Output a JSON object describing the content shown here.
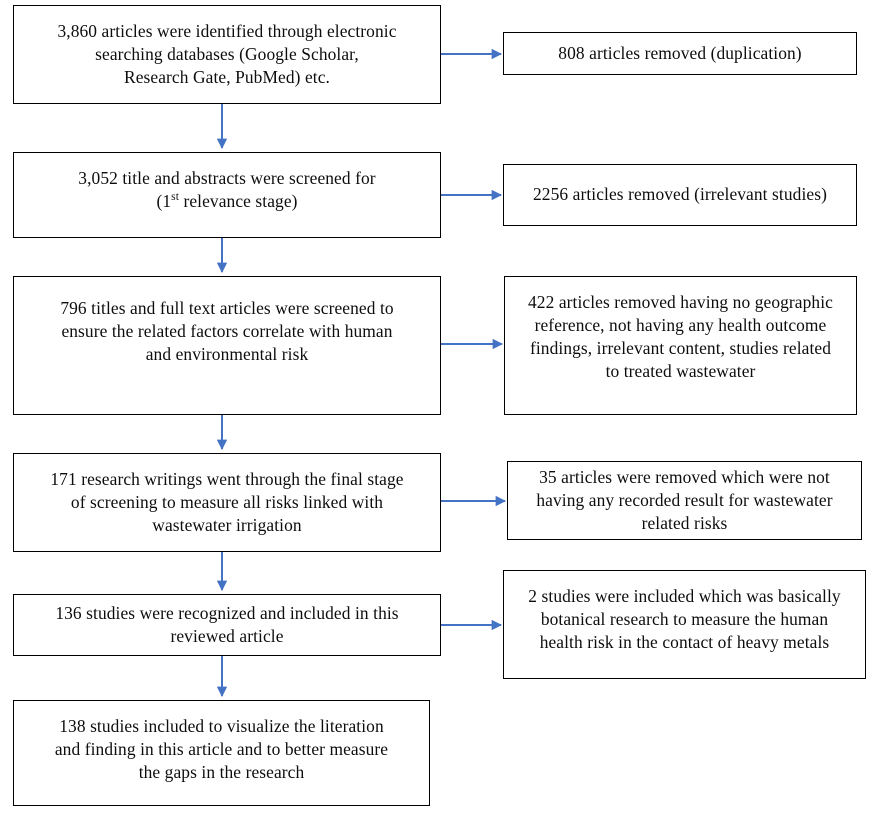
{
  "diagram": {
    "type": "prisma-flow-diagram",
    "title": "Article screening and selection flow",
    "arrow_color": "#4472C4",
    "box_border_color": "#000000",
    "text_color": "#0D0D0D",
    "background_color": "#FFFFFF"
  },
  "left_column": [
    {
      "id": "identified",
      "count": "3,860",
      "text": "3,860 articles were identified through electronic\nsearching databases (Google Scholar,\nResearch Gate, PubMed) etc."
    },
    {
      "id": "screened-titles-abstracts",
      "count": "3,052",
      "text_before": "3,052 title and abstracts were screened for\n(1",
      "superscript": "st",
      "text_after": " relevance stage)"
    },
    {
      "id": "full-text-screened",
      "count": "796",
      "text": "796 titles and full text articles were screened to\nensure the related factors correlate with human\nand environmental risk"
    },
    {
      "id": "final-stage-screening",
      "count": "171",
      "text": "171 research writings went through the final stage\nof screening to measure all risks linked with\nwastewater irrigation"
    },
    {
      "id": "studies-recognized",
      "count": "136",
      "text": "136 studies were recognized and included in this\nreviewed article"
    },
    {
      "id": "studies-included-final",
      "count": "138",
      "text": "138 studies included to visualize the literation\nand finding in this article and to better measure\nthe gaps in the research"
    }
  ],
  "right_column": [
    {
      "id": "removed-duplication",
      "count": "808",
      "text": "808 articles removed (duplication)"
    },
    {
      "id": "removed-irrelevant",
      "count": "2256",
      "text": "2256 articles removed (irrelevant studies)"
    },
    {
      "id": "removed-no-geographic-reference",
      "count": "422",
      "text": "422 articles removed having no geographic\nreference, not having any health outcome\nfindings, irrelevant content, studies related\nto treated wastewater"
    },
    {
      "id": "removed-no-recorded-result",
      "count": "35",
      "text": "35 articles were removed which were not\nhaving any recorded result for wastewater\nrelated risks"
    },
    {
      "id": "included-botanical",
      "count": "2",
      "text": "2 studies were included which was basically\nbotanical research to measure the human\nhealth risk in the contact of heavy metals"
    }
  ]
}
